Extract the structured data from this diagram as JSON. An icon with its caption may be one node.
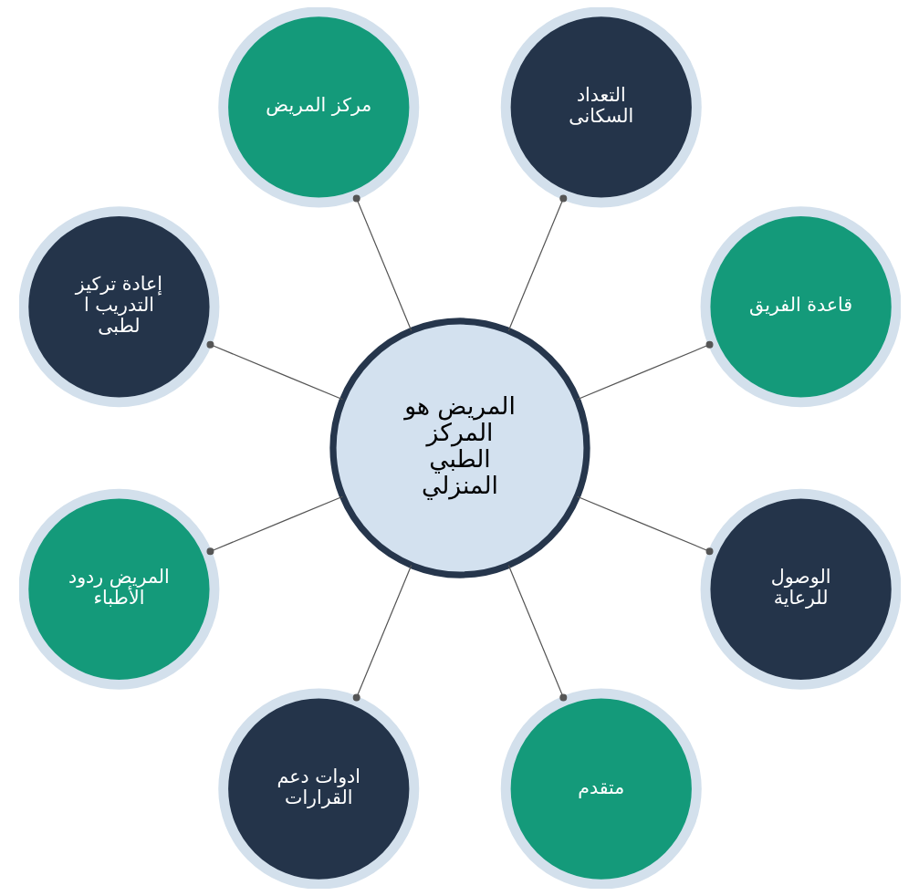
{
  "diagram": {
    "nodes": [
      {
        "text": [
          "المريض هو المركز الطبي المنزلي"
        ]
      },
      {
        "text": [
          "قاعدة الفريق"
        ]
      },
      {
        "text": [
          "التعداد السكانى"
        ]
      },
      {
        "text": [
          "مركز المريض"
        ]
      },
      {
        "text": [
          "إعادة تركيز التدريب ا لطبى"
        ]
      },
      {
        "text": [
          "المريض ردود الأطباء"
        ]
      },
      {
        "text": [
          "ادوات دعم القرارات"
        ]
      },
      {
        "text": [
          "متقدم"
        ]
      },
      {
        "text": [
          "الوصول للرعاية"
        ]
      }
    ],
    "edges": [
      {
        "from": 0,
        "to": 1,
        "arrow": "other"
      },
      {
        "from": 0,
        "to": 2,
        "arrow": "other"
      },
      {
        "from": 0,
        "to": 3,
        "arrow": "other"
      },
      {
        "from": 0,
        "to": 4,
        "arrow": "other"
      },
      {
        "from": 0,
        "to": 5,
        "arrow": "other"
      },
      {
        "from": 0,
        "to": 6,
        "arrow": "other"
      },
      {
        "from": 0,
        "to": 7,
        "arrow": "other"
      },
      {
        "from": 0,
        "to": 8,
        "arrow": "other"
      }
    ]
  }
}
